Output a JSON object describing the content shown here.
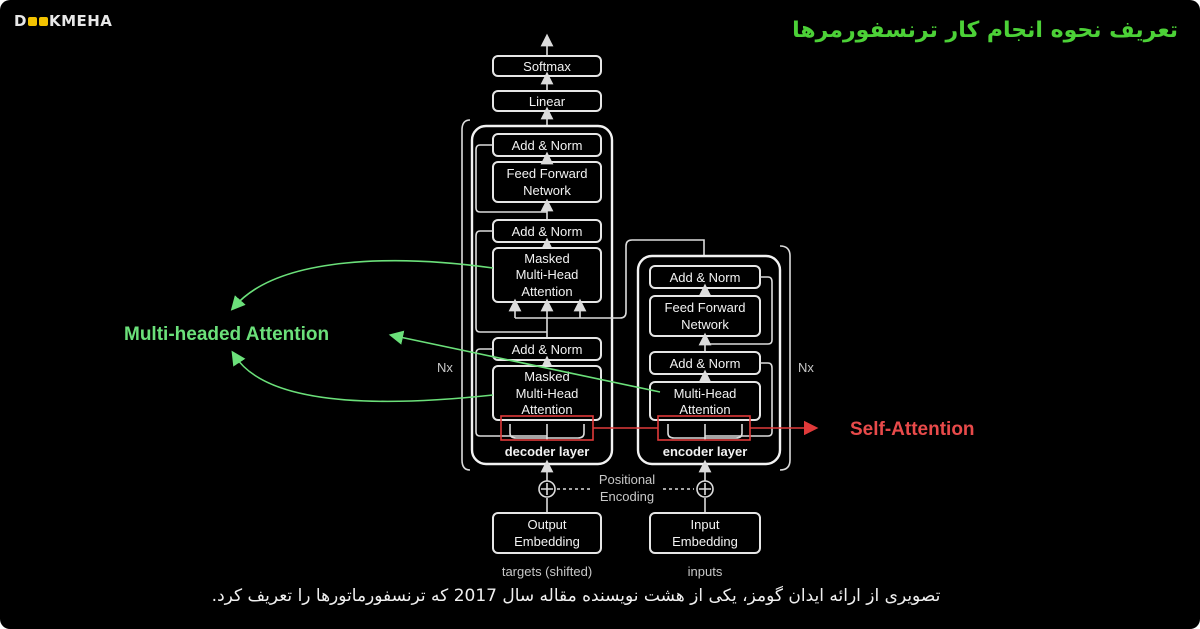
{
  "brand": {
    "logo_text_left": "D",
    "logo_text_right": "KMEHA"
  },
  "header": {
    "title": "تعریف نحوه انجام کار ترنسفورمرها"
  },
  "caption": "تصویری از ارائه ایدان گومز، یکی از هشت نویسنده مقاله سال 2017 که ترنسفورماتورها را تعریف کرد.",
  "diagram": {
    "decoder": {
      "softmax": "Softmax",
      "linear": "Linear",
      "add_norm_top": "Add & Norm",
      "ffn_line1": "Feed Forward",
      "ffn_line2": "Network",
      "add_norm_mid": "Add & Norm",
      "mmha1_line1": "Masked",
      "mmha1_line2": "Multi-Head",
      "mmha1_line3": "Attention",
      "add_norm_low": "Add & Norm",
      "mmha2_line1": "Masked",
      "mmha2_line2": "Multi-Head",
      "mmha2_line3": "Attention",
      "layer_label": "decoder layer",
      "nx": "Nx",
      "embedding_line1": "Output",
      "embedding_line2": "Embedding",
      "input_label": "targets (shifted)"
    },
    "encoder": {
      "add_norm_top": "Add & Norm",
      "ffn_line1": "Feed Forward",
      "ffn_line2": "Network",
      "add_norm_low": "Add & Norm",
      "mha_line1": "Multi-Head",
      "mha_line2": "Attention",
      "layer_label": "encoder layer",
      "nx": "Nx",
      "embedding_line1": "Input",
      "embedding_line2": "Embedding",
      "input_label": "inputs"
    },
    "positional_line1": "Positional",
    "positional_line2": "Encoding",
    "annotations": {
      "multi_headed": "Multi-headed Attention",
      "self_attention": "Self-Attention"
    },
    "colors": {
      "green": "#6be07a",
      "red": "#e84a4a",
      "title_green": "#4cd137"
    }
  }
}
